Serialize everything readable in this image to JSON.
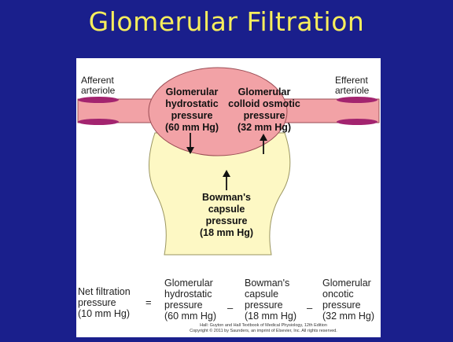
{
  "slide": {
    "title": "Glomerular Filtration",
    "colors": {
      "background": "#1a1f8c",
      "title": "#f7ee5c",
      "glomerulus": "#f2a2a6",
      "capsule": "#fdf8c4",
      "arteriole_wall": "#a3246f"
    }
  },
  "diagram": {
    "afferent_label": [
      "Afferent",
      "arteriole"
    ],
    "efferent_label": [
      "Efferent",
      "arteriole"
    ],
    "hydrostatic": [
      "Glomerular",
      "hydrostatic",
      "pressure",
      "(60 mm Hg)"
    ],
    "colloid": [
      "Glomerular",
      "colloid osmotic",
      "pressure",
      "(32 mm Hg)"
    ],
    "bowman": [
      "Bowman's",
      "capsule",
      "pressure",
      "(18 mm Hg)"
    ]
  },
  "equation": {
    "net": [
      "Net filtration",
      "pressure",
      "(10 mm Hg)"
    ],
    "equals": "=",
    "minus": "–",
    "term1": [
      "Glomerular",
      "hydrostatic",
      "pressure",
      "(60 mm Hg)"
    ],
    "term2": [
      "Bowman's",
      "capsule",
      "pressure",
      "(18 mm Hg)"
    ],
    "term3": [
      "Glomerular",
      "oncotic",
      "pressure",
      "(32 mm Hg)"
    ]
  },
  "citation": [
    "Hall: Guyton and Hall Textbook of Medical Physiology, 12th Edition",
    "Copyright © 2011 by Saunders, an imprint of Elsevier, Inc. All rights reserved."
  ]
}
